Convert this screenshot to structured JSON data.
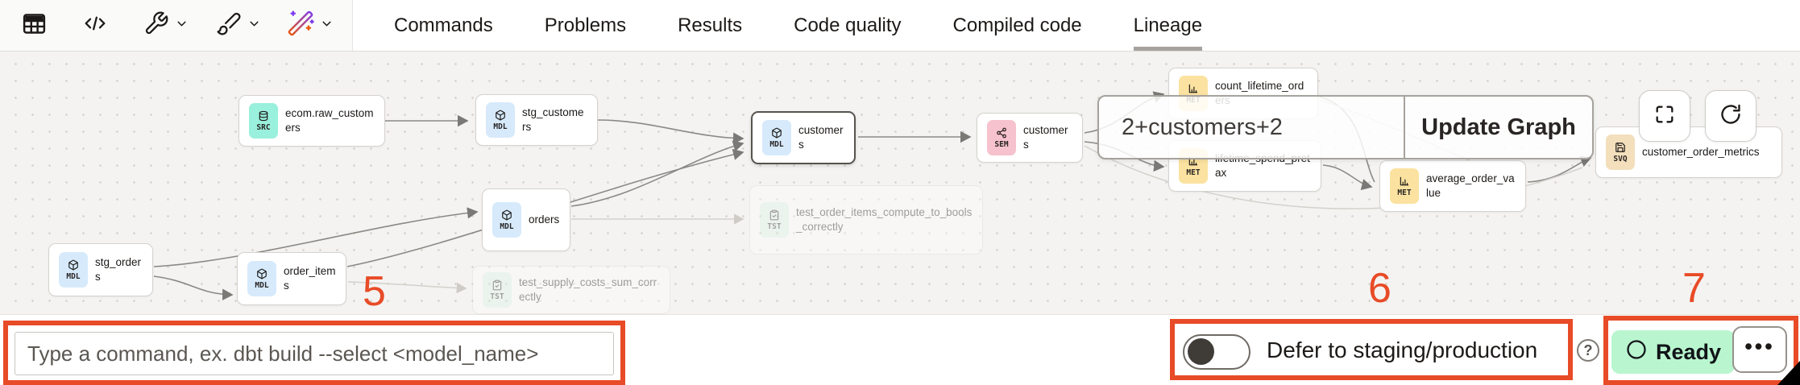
{
  "header": {
    "tabs": [
      {
        "label": "Commands",
        "active": false
      },
      {
        "label": "Problems",
        "active": false
      },
      {
        "label": "Results",
        "active": false
      },
      {
        "label": "Code quality",
        "active": false
      },
      {
        "label": "Compiled code",
        "active": false
      },
      {
        "label": "Lineage",
        "active": true
      }
    ]
  },
  "lineage": {
    "nodes": [
      {
        "type": "SRC",
        "label": "ecom.raw_customers"
      },
      {
        "type": "MDL",
        "label": "stg_customers"
      },
      {
        "type": "MDL",
        "label": "customers",
        "selected": true
      },
      {
        "type": "SEM",
        "label": "customers"
      },
      {
        "type": "MET",
        "label": "count_lifetime_orders"
      },
      {
        "type": "MET",
        "label": "lifetime_spend_pretax"
      },
      {
        "type": "MET",
        "label": "average_order_value"
      },
      {
        "type": "SVQ",
        "label": "customer_order_metrics"
      },
      {
        "type": "MDL",
        "label": "stg_orders"
      },
      {
        "type": "MDL",
        "label": "order_items"
      },
      {
        "type": "MDL",
        "label": "orders"
      },
      {
        "type": "TST",
        "label": "test_order_items_compute_to_bools_correctly",
        "faded": true
      },
      {
        "type": "TST",
        "label": "test_supply_costs_sum_correctly",
        "faded": true
      }
    ],
    "badge_colors": {
      "SRC": "#99f0dc",
      "MDL": "#d6eafb",
      "SEM": "#f6c2cd",
      "MET": "#fbe2a0",
      "SVQ": "#f3dfbc",
      "TST": "#def3e8"
    },
    "selector": {
      "value": "2+customers+2",
      "button_label": "Update Graph"
    }
  },
  "bottom": {
    "command_placeholder": "Type a command, ex. dbt build --select <model_name>",
    "defer_label": "Defer to staging/production",
    "help_label": "?",
    "status_label": "Ready",
    "menu_label": "•••"
  },
  "annotations": {
    "color": "#e84b27",
    "labels": [
      "5",
      "6",
      "7"
    ]
  }
}
